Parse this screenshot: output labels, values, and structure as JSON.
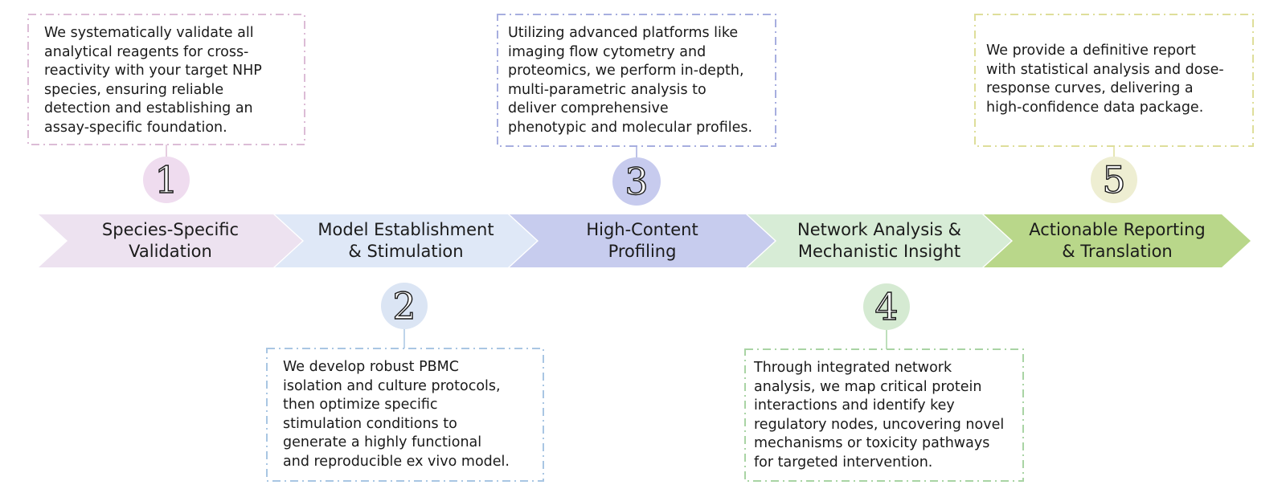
{
  "stages": [
    {
      "number": "1",
      "label": "Species-Specific\nValidation",
      "description": " We systematically validate all\nanalytical reagents for cross-\nreactivity with your target NHP\nspecies, ensuring reliable\ndetection and establishing an\nassay-specific foundation.",
      "arrow_color": "#ede2f0",
      "circle_color": "#efdcef",
      "border_color": "#dcbcd6"
    },
    {
      "number": "2",
      "label": "Model Establishment\n& Stimulation",
      "description": " We develop robust PBMC\nisolation and culture protocols,\nthen optimize specific\nstimulation conditions to\ngenerate a highly functional\nand reproducible ex vivo model.",
      "arrow_color": "#dfe8f7",
      "circle_color": "#dbe5f4",
      "border_color": "#a9c6e3"
    },
    {
      "number": "3",
      "label": "High-Content\nProfiling",
      "description": "Utilizing advanced platforms like\nimaging flow cytometry and\nproteomics, we perform in-depth,\nmulti-parametric analysis to\ndeliver comprehensive\nphenotypic and molecular profiles.",
      "arrow_color": "#c7ccee",
      "circle_color": "#c7cbee",
      "border_color": "#a7aedf"
    },
    {
      "number": "4",
      "label": "Network Analysis &\nMechanistic Insight",
      "description": "Through integrated network\nanalysis, we map critical protein\ninteractions and identify key\nregulatory nodes, uncovering novel\nmechanisms or toxicity pathways\nfor targeted intervention.",
      "arrow_color": "#d7ecd6",
      "circle_color": "#d5ead2",
      "border_color": "#a9d4a4"
    },
    {
      "number": "5",
      "label": "Actionable Reporting\n& Translation",
      "description": "We provide a definitive report\nwith statistical analysis and dose-\nresponse curves, delivering a\nhigh-confidence data package.",
      "arrow_color": "#b9d78a",
      "circle_color": "#eeeed2",
      "border_color": "#dede9a"
    }
  ]
}
